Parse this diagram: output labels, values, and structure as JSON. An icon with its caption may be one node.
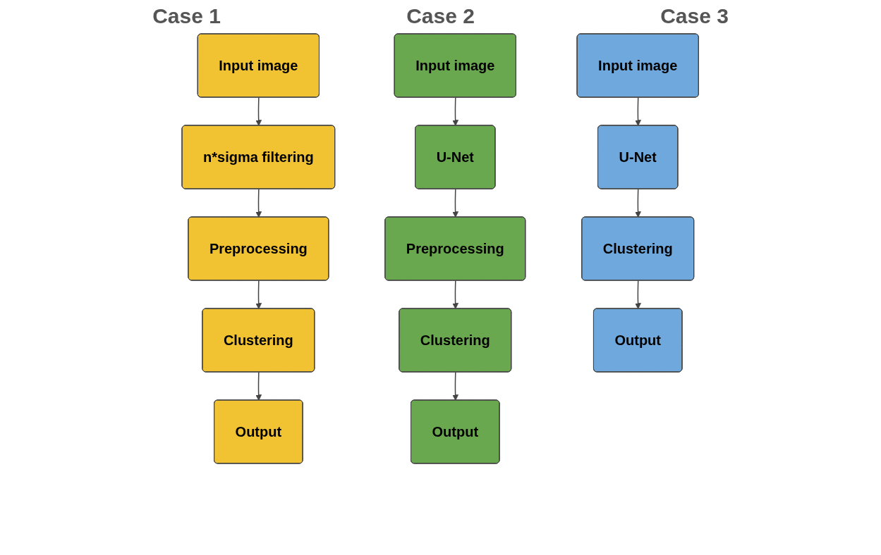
{
  "diagram": {
    "nodes": [
      {
        "text": [
          "Input image"
        ]
      },
      {
        "text": [
          "n*sigma filtering"
        ]
      },
      {
        "text": [
          "Preprocessing"
        ]
      },
      {
        "text": [
          "Clustering"
        ]
      },
      {
        "text": [
          "Output"
        ]
      },
      {
        "text": [
          "Input image"
        ]
      },
      {
        "text": [
          "U-Net"
        ]
      },
      {
        "text": [
          "Preprocessing"
        ]
      },
      {
        "text": [
          "Clustering"
        ]
      },
      {
        "text": [
          "Output"
        ]
      },
      {
        "text": [
          "Input image"
        ]
      },
      {
        "text": [
          "U-Net"
        ]
      },
      {
        "text": [
          "Clustering"
        ]
      },
      {
        "text": [
          "Output"
        ]
      }
    ],
    "edges": [
      {
        "from": 0,
        "to": 1,
        "arrow": "to"
      },
      {
        "from": 1,
        "to": 2,
        "arrow": "to"
      },
      {
        "from": 2,
        "to": 3,
        "arrow": "to"
      },
      {
        "from": 3,
        "to": 4,
        "arrow": "to"
      },
      {
        "from": 5,
        "to": 6,
        "arrow": "to"
      },
      {
        "from": 6,
        "to": 7,
        "arrow": "to"
      },
      {
        "from": 7,
        "to": 8,
        "arrow": "to"
      },
      {
        "from": 8,
        "to": 9,
        "arrow": "to"
      },
      {
        "from": 10,
        "to": 11,
        "arrow": "to"
      },
      {
        "from": 11,
        "to": 12,
        "arrow": "to"
      },
      {
        "from": 12,
        "to": 13,
        "arrow": "to"
      }
    ],
    "labels": [
      "Case 1",
      "Case 2",
      "Case 3"
    ]
  }
}
